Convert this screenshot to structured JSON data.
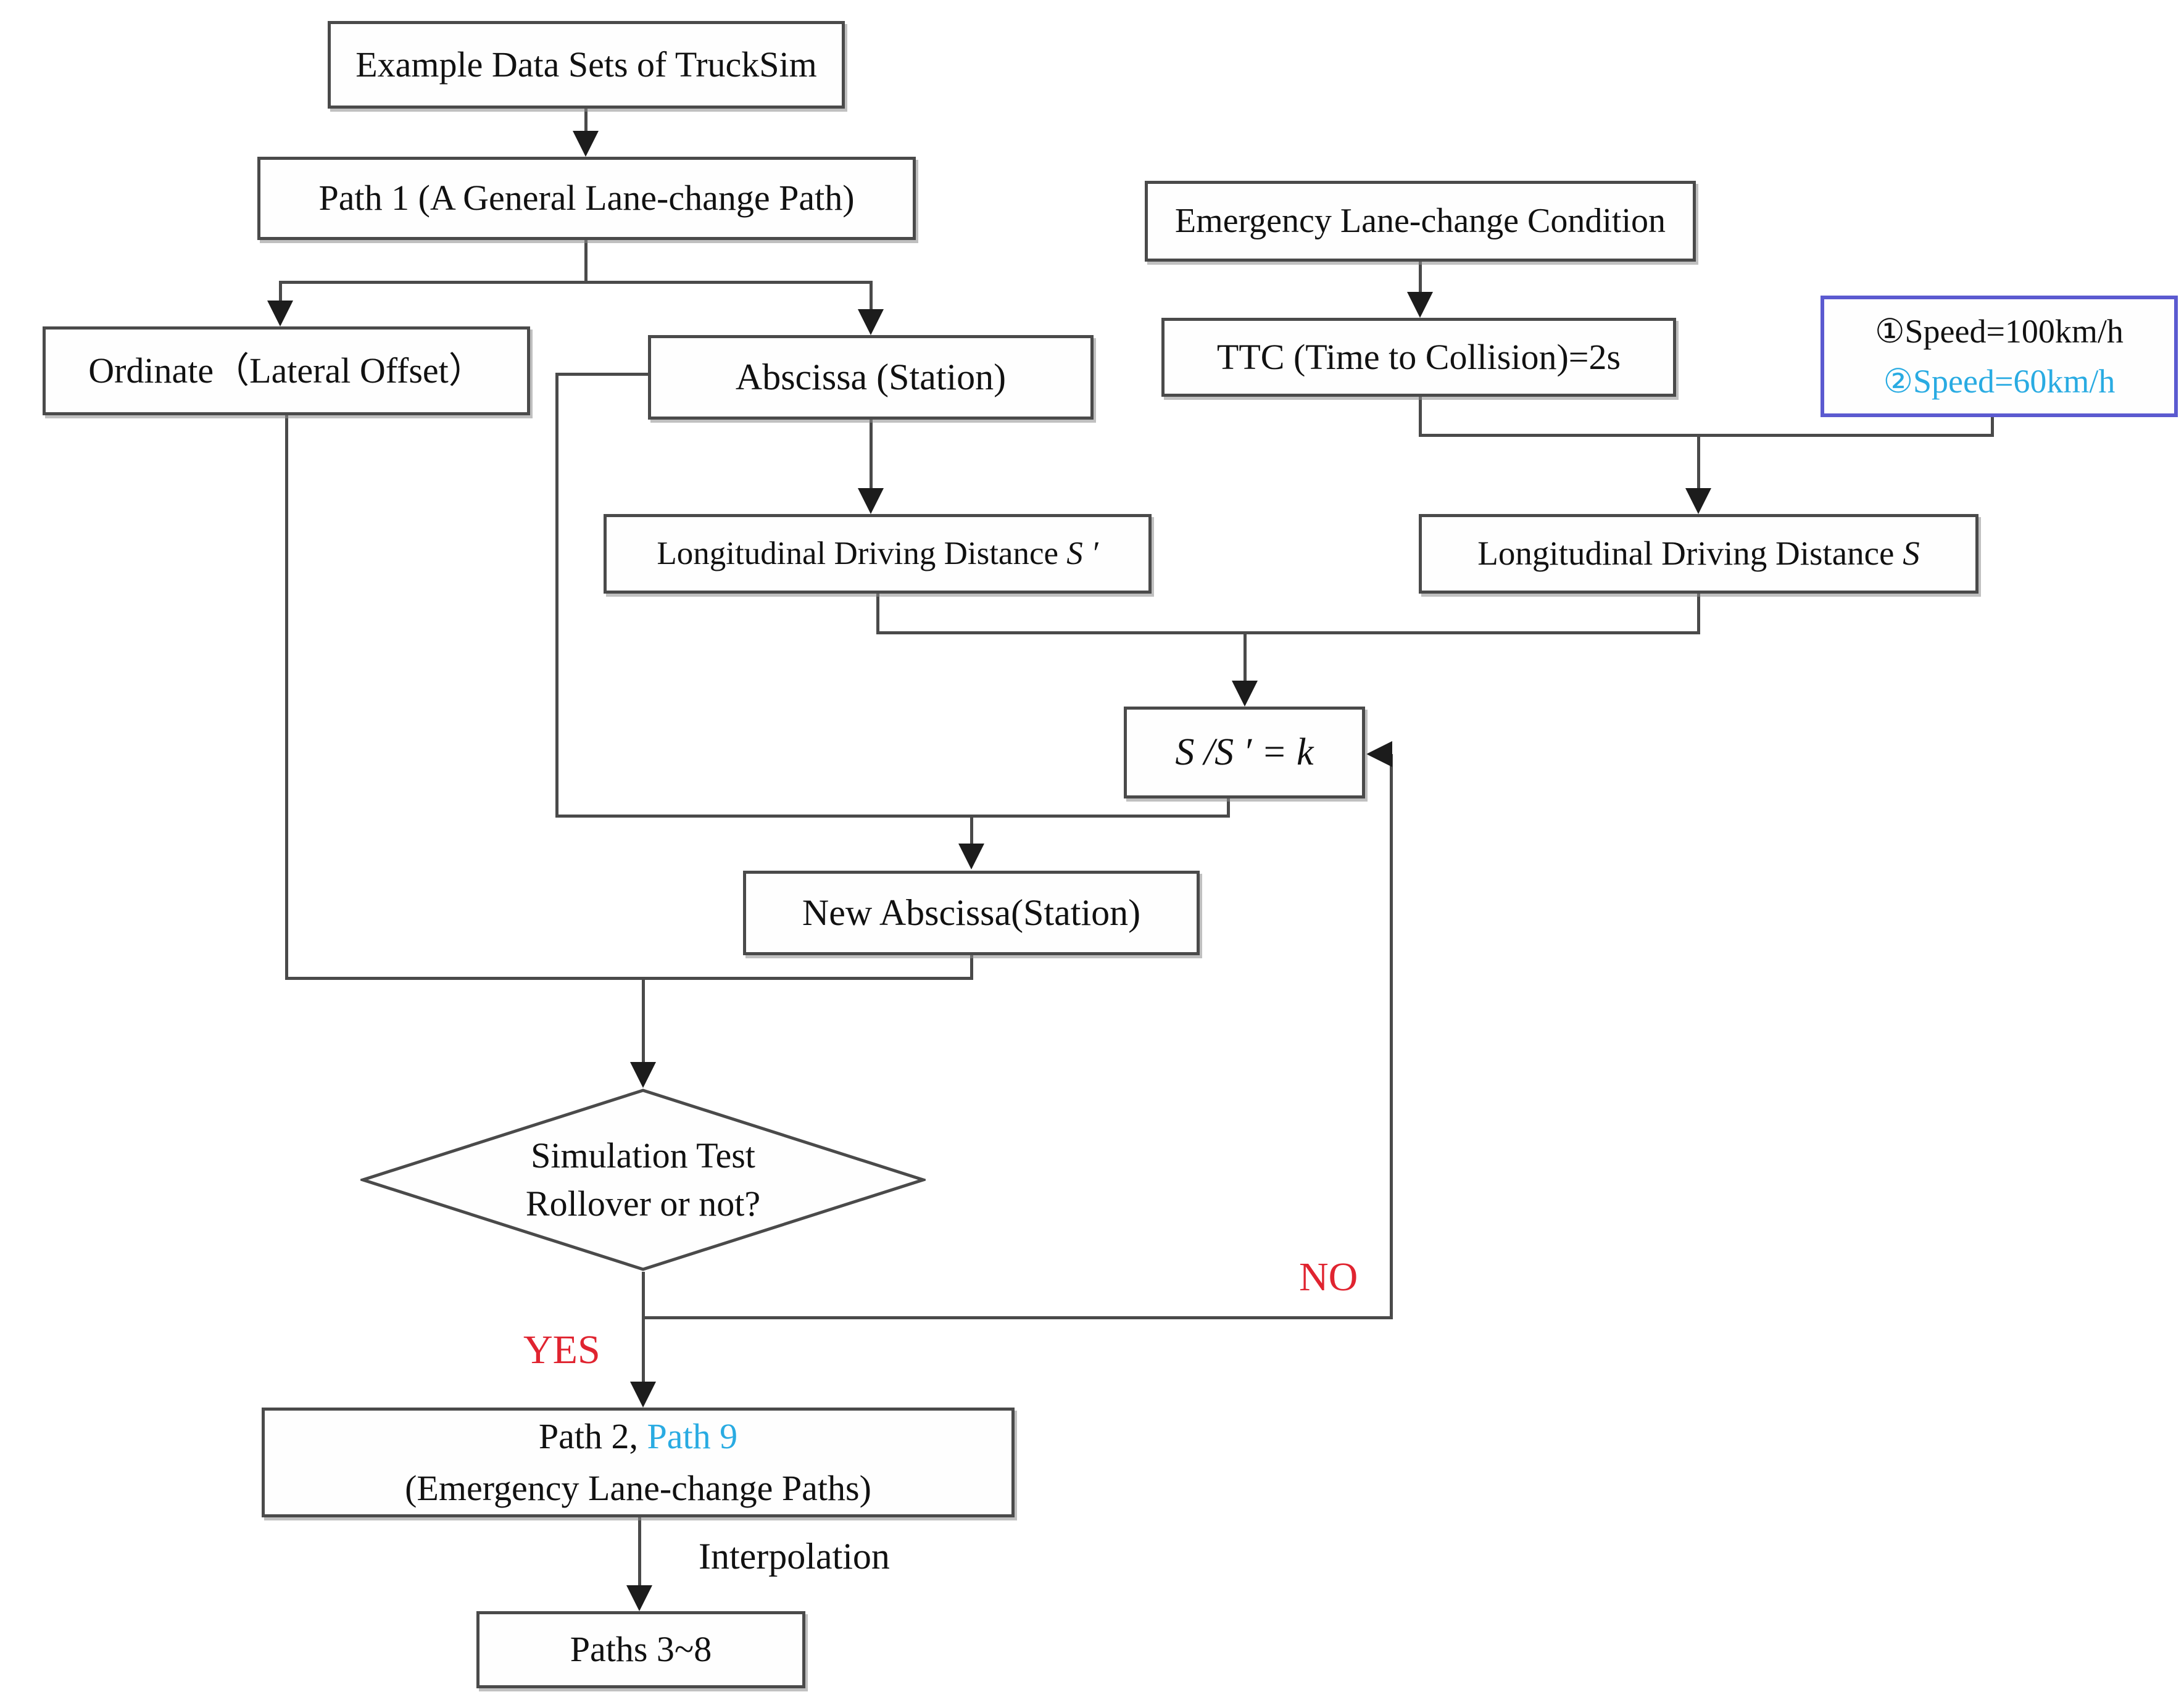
{
  "title": "TruckSim emergency lane-change path generation flowchart",
  "colors": {
    "box_border": "#4a4a4a",
    "blue_box_border": "#5b5ad0",
    "cyan_text": "#29abe2",
    "red_text": "#e02430"
  },
  "nodes": {
    "example": {
      "label": "Example Data Sets  of TruckSim"
    },
    "path1": {
      "label": "Path 1 (A General Lane-change Path)"
    },
    "ordinate": {
      "label": "Ordinate（Lateral Offset）"
    },
    "abscissa": {
      "label": "Abscissa (Station)"
    },
    "emergency": {
      "label": "Emergency Lane-change Condition"
    },
    "ttc": {
      "label": "TTC (Time to Collision)=2s"
    },
    "speed_conditions": {
      "line1": "①Speed=100km/h",
      "line2": "②Speed=60km/h"
    },
    "long_distance_s_prime": {
      "prefix": "Longitudinal Driving Distance ",
      "symbol": "S ′"
    },
    "long_distance_s": {
      "prefix": "Longitudinal Driving Distance ",
      "symbol": "S"
    },
    "ratio": {
      "formula": "S /S ′ = k"
    },
    "new_abscissa": {
      "label": "New Abscissa(Station)"
    },
    "decision": {
      "line1": "Simulation Test",
      "line2": "Rollover or not?"
    },
    "path29": {
      "part1": "Path 2, ",
      "part2": "Path 9",
      "line2": "(Emergency Lane-change Paths)"
    },
    "paths38": {
      "label": "Paths 3~8"
    }
  },
  "edge_labels": {
    "yes": "YES",
    "no": "NO",
    "interpolation": "Interpolation"
  }
}
